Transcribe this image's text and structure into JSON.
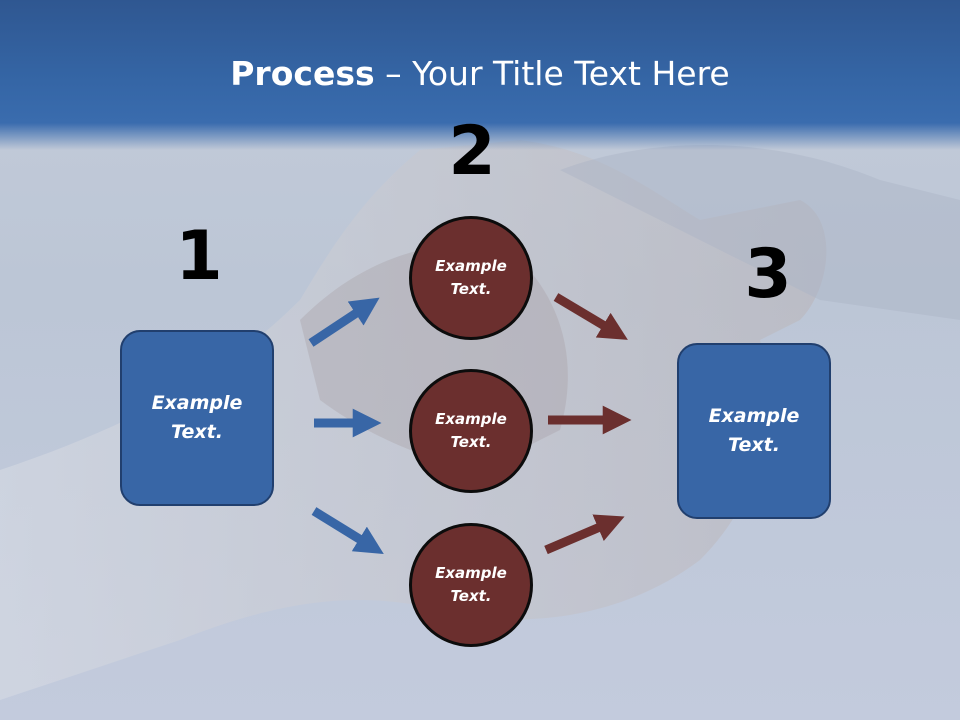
{
  "title": {
    "bold": "Process",
    "separator": " – ",
    "rest": "Your Title Text Here"
  },
  "steps": [
    {
      "number": "1",
      "label": "Example Text."
    },
    {
      "number": "2",
      "items": [
        "Example Text.",
        "Example Text.",
        "Example Text."
      ]
    },
    {
      "number": "3",
      "label": "Example Text."
    }
  ],
  "colors": {
    "banner": "#3566a6",
    "box_fill": "#3866a6",
    "box_border": "#213f6e",
    "circle_fill": "#6b2f2e",
    "circle_border": "#0c0c0c",
    "arrow_blue": "#3866a6",
    "arrow_red": "#6b2f2e"
  }
}
